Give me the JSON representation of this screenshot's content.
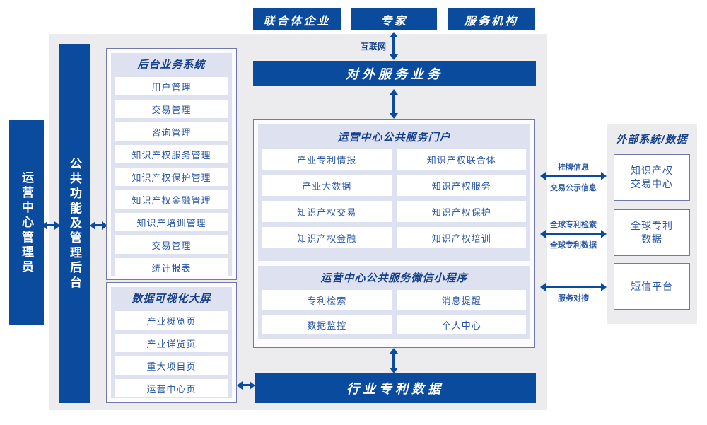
{
  "colors": {
    "primary_blue": "#0B4B9E",
    "panel_gray": "#ECECEE",
    "lavender": "#DEE2F0",
    "box_border": "#7078AE",
    "title_navy": "#16418C",
    "item_blue": "#2A57A5",
    "white": "#FFFFFF"
  },
  "top_actors": [
    "联合体企业",
    "专家",
    "服务机构"
  ],
  "labels": {
    "internet": "互联网",
    "external_service_bar": "对外服务业务",
    "industry_patent_bar": "行业专利数据",
    "admin_sidebar": "运营中心管理员",
    "backend_sidebar": "公共功能及管理后台"
  },
  "backend_system": {
    "title": "后台业务系统",
    "items": [
      "用户管理",
      "交易管理",
      "咨询管理",
      "知识产权服务管理",
      "知识产权保护管理",
      "知识产权金融管理",
      "知识产培训管理",
      "交易管理",
      "统计报表"
    ]
  },
  "dashboard": {
    "title": "数据可视化大屏",
    "items": [
      "产业概览页",
      "产业详览页",
      "重大项目页",
      "运营中心页"
    ]
  },
  "portal": {
    "title": "运营中心公共服务门户",
    "items": [
      "产业专利情报",
      "知识产权联合体",
      "产业大数据",
      "知识产权服务",
      "知识产权交易",
      "知识产权保护",
      "知识产权金融",
      "知识产权培训"
    ]
  },
  "miniprogram": {
    "title": "运营中心公共服务微信小程序",
    "items": [
      "专利检索",
      "消息提醒",
      "数据监控",
      "个人中心"
    ]
  },
  "external": {
    "title": "外部系统/数据",
    "boxes": [
      {
        "line1": "知识产权",
        "line2": "交易中心"
      },
      {
        "line1": "全球专利",
        "line2": "数据"
      },
      {
        "line1": "短信平台",
        "line2": ""
      }
    ],
    "link_labels": {
      "link1_top": "挂牌信息",
      "link1_bottom": "交易公示信息",
      "link2_top": "全球专利检索",
      "link2_bottom": "全球专利数据",
      "link3_bottom": "服务对接"
    }
  }
}
